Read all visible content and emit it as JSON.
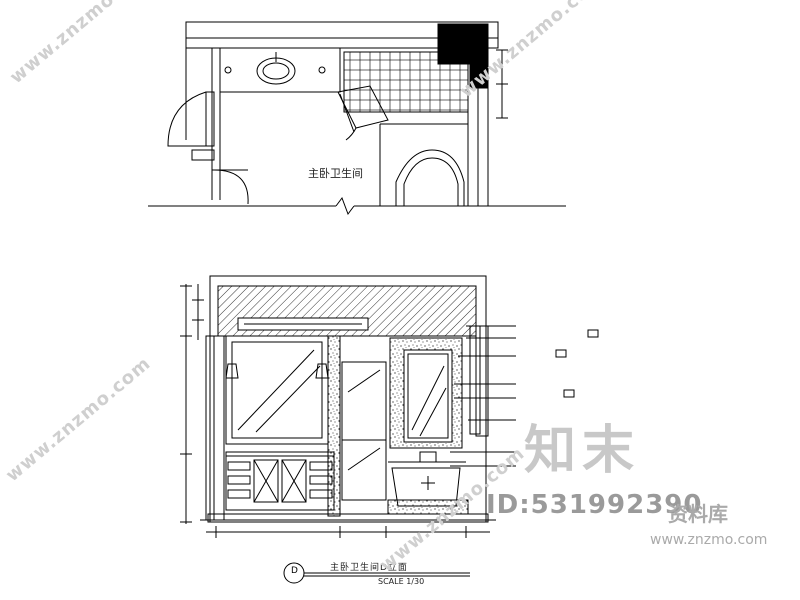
{
  "watermarks": {
    "text": "www.znzmo.com",
    "brand_cn": "知末",
    "id_text": "ID:531992390",
    "sub_cn": "资料库",
    "url": "www.znzmo.com"
  },
  "plan": {
    "room_label": "主卧卫生间"
  },
  "elevation": {
    "marker_letter": "D",
    "title": "主卧卫生间D立面",
    "scale": "SCALE 1/30"
  },
  "colors": {
    "line": "#000000",
    "watermark": "#c8c8c8"
  }
}
